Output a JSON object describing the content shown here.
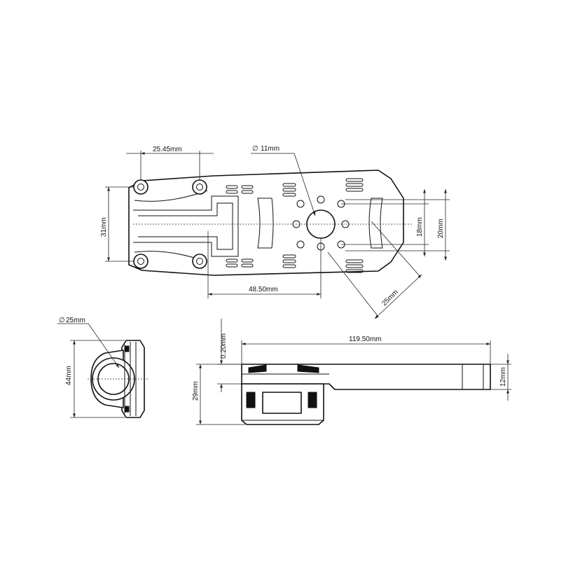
{
  "dimensions": {
    "arm_hole_spacing": "25.45mm",
    "center_hole_dia": "11mm",
    "clamp_height": "31mm",
    "mount_hole_spacing_small": "18mm",
    "mount_hole_spacing_large": "20mm",
    "arm_to_center": "48.50mm",
    "mount_diagonal": "25mm",
    "tube_dia": "25mm",
    "clamp_outer_height": "44mm",
    "clearance": "0.20mm",
    "total_length": "119.50mm",
    "side_height": "29mm",
    "plate_thickness": "12mm"
  },
  "symbols": {
    "diameter": "∅"
  },
  "colors": {
    "line": "#111111",
    "background": "#ffffff"
  }
}
